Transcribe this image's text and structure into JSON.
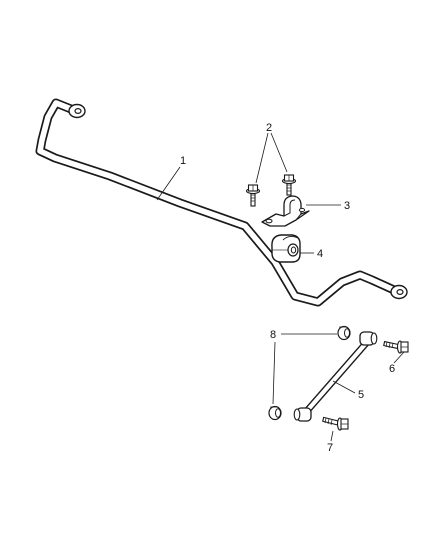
{
  "callouts": [
    {
      "id": "1",
      "text": "1"
    },
    {
      "id": "2",
      "text": "2"
    },
    {
      "id": "3",
      "text": "3"
    },
    {
      "id": "4",
      "text": "4"
    },
    {
      "id": "5",
      "text": "5"
    },
    {
      "id": "6",
      "text": "6"
    },
    {
      "id": "7",
      "text": "7"
    },
    {
      "id": "8",
      "text": "8"
    }
  ],
  "parts": [
    {
      "callout": "1",
      "name": "stabilizer-bar",
      "icon": "sway-bar"
    },
    {
      "callout": "2",
      "name": "bolt",
      "icon": "flange-bolt",
      "quantity_shown": 2
    },
    {
      "callout": "3",
      "name": "bushing-retainer",
      "icon": "u-clamp"
    },
    {
      "callout": "4",
      "name": "bushing",
      "icon": "rubber-bushing"
    },
    {
      "callout": "5",
      "name": "stabilizer-link",
      "icon": "link-rod"
    },
    {
      "callout": "6",
      "name": "bolt",
      "icon": "flange-bolt"
    },
    {
      "callout": "7",
      "name": "bolt",
      "icon": "flange-bolt"
    },
    {
      "callout": "8",
      "name": "nut",
      "icon": "flange-nut",
      "quantity_shown": 2
    }
  ]
}
